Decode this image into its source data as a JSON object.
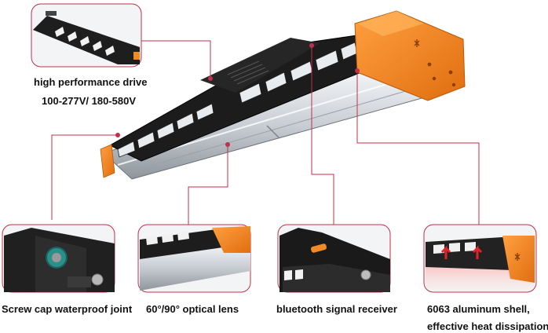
{
  "accent_color": "#f08a24",
  "callout_color": "#c0304a",
  "labels": {
    "drive_title": "high performance drive",
    "drive_voltage": "100-277V/ 180-580V",
    "screw_cap": "Screw cap waterproof joint",
    "optical_lens": "60°/90° optical lens",
    "bluetooth": "bluetooth signal receiver",
    "shell_line1": "6063 aluminum shell,",
    "shell_line2": "effective heat dissipation"
  }
}
